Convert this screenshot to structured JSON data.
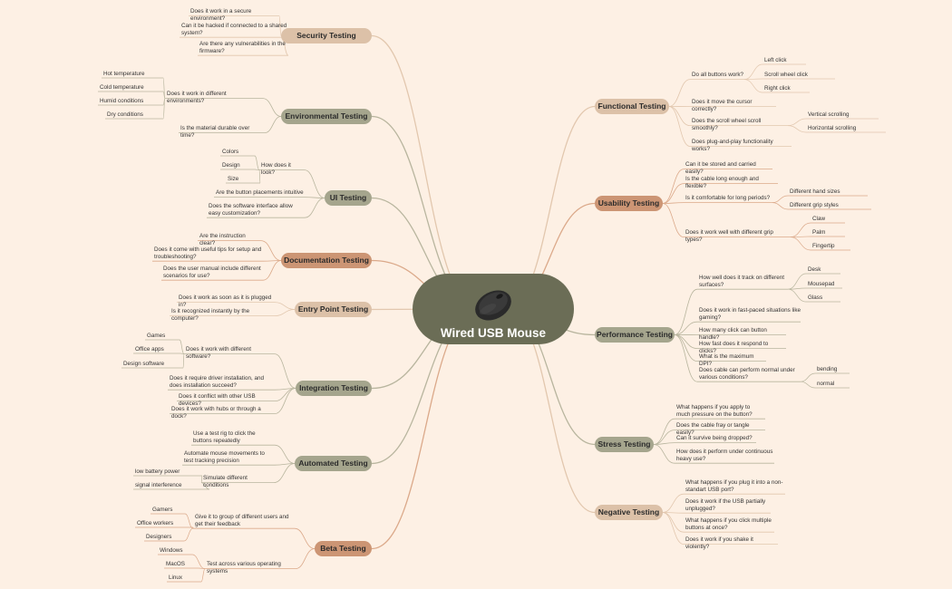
{
  "root": {
    "title": "Wired USB Mouse",
    "icon": "mouse-icon"
  },
  "colors": {
    "root": "#6b6d56",
    "sage": "#a5a58d",
    "tan": "#dcc1a8",
    "terracotta": "#cc9574",
    "background": "#fdf0e4"
  },
  "branches": [
    {
      "label": "Security Testing",
      "side": "left",
      "style": "tan",
      "children": [
        {
          "text": "Does it work in a secure environment?"
        },
        {
          "text": "Can it be hacked if connected to a shared system?"
        },
        {
          "text": "Are there any vulnerabilities in the firmware?"
        }
      ]
    },
    {
      "label": "Environmental Testing",
      "side": "left",
      "style": "sage",
      "children": [
        {
          "text": "Does it work in different environments?",
          "children": [
            "Hot temperature",
            "Cold temperature",
            "Humid conditions",
            "Dry conditions"
          ]
        },
        {
          "text": "Is the material durable over time?"
        }
      ]
    },
    {
      "label": "UI Testing",
      "side": "left",
      "style": "sage",
      "children": [
        {
          "text": "How does it look?",
          "children": [
            "Colors",
            "Design",
            "Size"
          ]
        },
        {
          "text": "Are the button placements intuitive"
        },
        {
          "text": "Does the software interface allow easy customization?"
        }
      ]
    },
    {
      "label": "Documentation Testing",
      "side": "left",
      "style": "terracotta",
      "children": [
        {
          "text": "Are the instruction clear?"
        },
        {
          "text": "Does it come with useful tips for setup and troubleshooting?"
        },
        {
          "text": "Does the user manual include different scenarios for use?"
        }
      ]
    },
    {
      "label": "Entry Point Testing",
      "side": "left",
      "style": "tan",
      "children": [
        {
          "text": "Does it work as soon as it is plugged in?"
        },
        {
          "text": "Is it recognized instantly by the computer?"
        }
      ]
    },
    {
      "label": "Integration Testing",
      "side": "left",
      "style": "sage",
      "children": [
        {
          "text": "Does it work with different software?",
          "children": [
            "Games",
            "Office apps",
            "Design software"
          ]
        },
        {
          "text": "Does it require driver installation, and does installation succeed?"
        },
        {
          "text": "Does it conflict with other USB devices?"
        },
        {
          "text": "Does it work with hubs or through a dock?"
        }
      ]
    },
    {
      "label": "Automated Testing",
      "side": "left",
      "style": "sage",
      "children": [
        {
          "text": "Use a test rig to click the buttons repeatedly"
        },
        {
          "text": "Automate mouse movements to test tracking precision"
        },
        {
          "text": "Simulate different conditions",
          "children": [
            "low battery power",
            "signal interference"
          ]
        }
      ]
    },
    {
      "label": "Beta Testing",
      "side": "left",
      "style": "terracotta",
      "children": [
        {
          "text": "Give it to group of different users and get their feedback",
          "children": [
            "Gamers",
            "Office workers",
            "Designers"
          ]
        },
        {
          "text": "Test across various operating systems",
          "children": [
            "Windows",
            "MacOS",
            "Linux"
          ]
        }
      ]
    },
    {
      "label": "Functional Testing",
      "side": "right",
      "style": "tan",
      "children": [
        {
          "text": "Do all buttons work?",
          "children": [
            "Left click",
            "Scroll wheel click",
            "Right click"
          ]
        },
        {
          "text": "Does it move the cursor correctly?"
        },
        {
          "text": "Does the scroll wheel scroll smoothly?",
          "children": [
            "Vertical scrolling",
            "Horizontal scrolling"
          ]
        },
        {
          "text": "Does plug-and-play functionality works?"
        }
      ]
    },
    {
      "label": "Usability Testing",
      "side": "right",
      "style": "terracotta",
      "children": [
        {
          "text": "Can it be stored and carried easily?"
        },
        {
          "text": "Is the cable long enough and flexible?"
        },
        {
          "text": "Is it comfortable for long periods?",
          "children": [
            "Different hand sizes",
            "Different grip styles"
          ]
        },
        {
          "text": "Does it work well with different grip types?",
          "children": [
            "Claw",
            "Palm",
            "Fingertip"
          ]
        }
      ]
    },
    {
      "label": "Performance Testing",
      "side": "right",
      "style": "sage",
      "children": [
        {
          "text": "How well does it track on different surfaces?",
          "children": [
            "Desk",
            "Mousepad",
            "Glass"
          ]
        },
        {
          "text": "Does it work in fast-paced situations like gaming?"
        },
        {
          "text": "How many click can button handle?"
        },
        {
          "text": "How fast does it respond to clicks?"
        },
        {
          "text": "What is the maximum DPI?"
        },
        {
          "text": "Does cable can perform normal under various conditions?",
          "children": [
            "bending",
            "normal"
          ]
        }
      ]
    },
    {
      "label": "Stress Testing",
      "side": "right",
      "style": "sage",
      "children": [
        {
          "text": "What happens if you apply to much pressure on the button?"
        },
        {
          "text": "Does the cable fray or tangle easily?"
        },
        {
          "text": "Can it survive being dropped?"
        },
        {
          "text": "How does it perform under continuous heavy use?"
        }
      ]
    },
    {
      "label": "Negative Testing",
      "side": "right",
      "style": "tan",
      "children": [
        {
          "text": "What happens if you plug it into a non-standart USB port?"
        },
        {
          "text": "Does it work if the USB partially unplugged?"
        },
        {
          "text": "What happens if you click multiple buttons at once?"
        },
        {
          "text": "Does it work if you shake it violently?"
        }
      ]
    }
  ]
}
